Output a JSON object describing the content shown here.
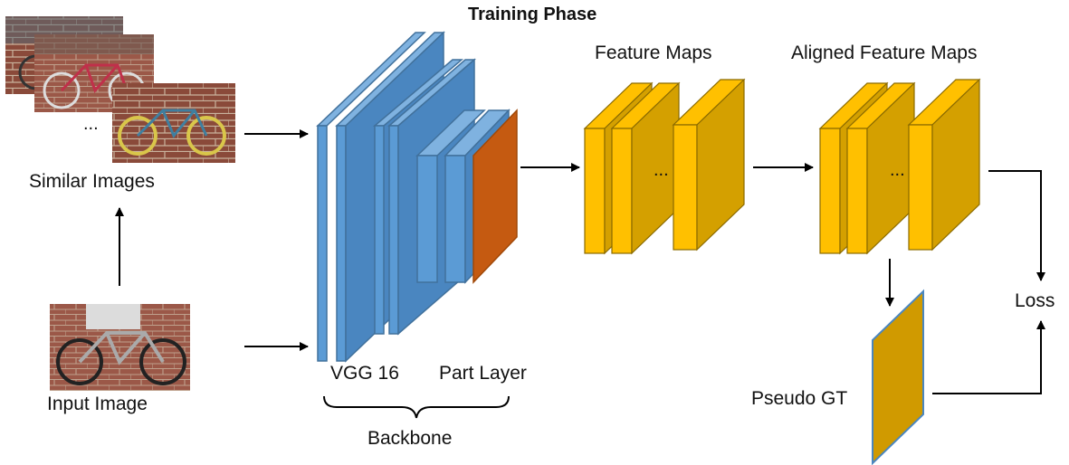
{
  "title": "Training Phase",
  "labels": {
    "similar_images": "Similar Images",
    "input_image": "Input Image",
    "vgg16": "VGG 16",
    "part_layer": "Part Layer",
    "backbone": "Backbone",
    "feature_maps": "Feature Maps",
    "aligned_feature_maps": "Aligned Feature Maps",
    "pseudo_gt": "Pseudo GT",
    "loss": "Loss"
  },
  "ellipsis": "...",
  "colors": {
    "vgg_blue": "#5B9BD5",
    "vgg_blue_dark": "#41719C",
    "part_orange": "#C55A11",
    "feature_yellow": "#FFC000",
    "feature_side": "#D4A000",
    "pseudo_gt_fill": "#D09A00",
    "arrow": "#000000"
  }
}
